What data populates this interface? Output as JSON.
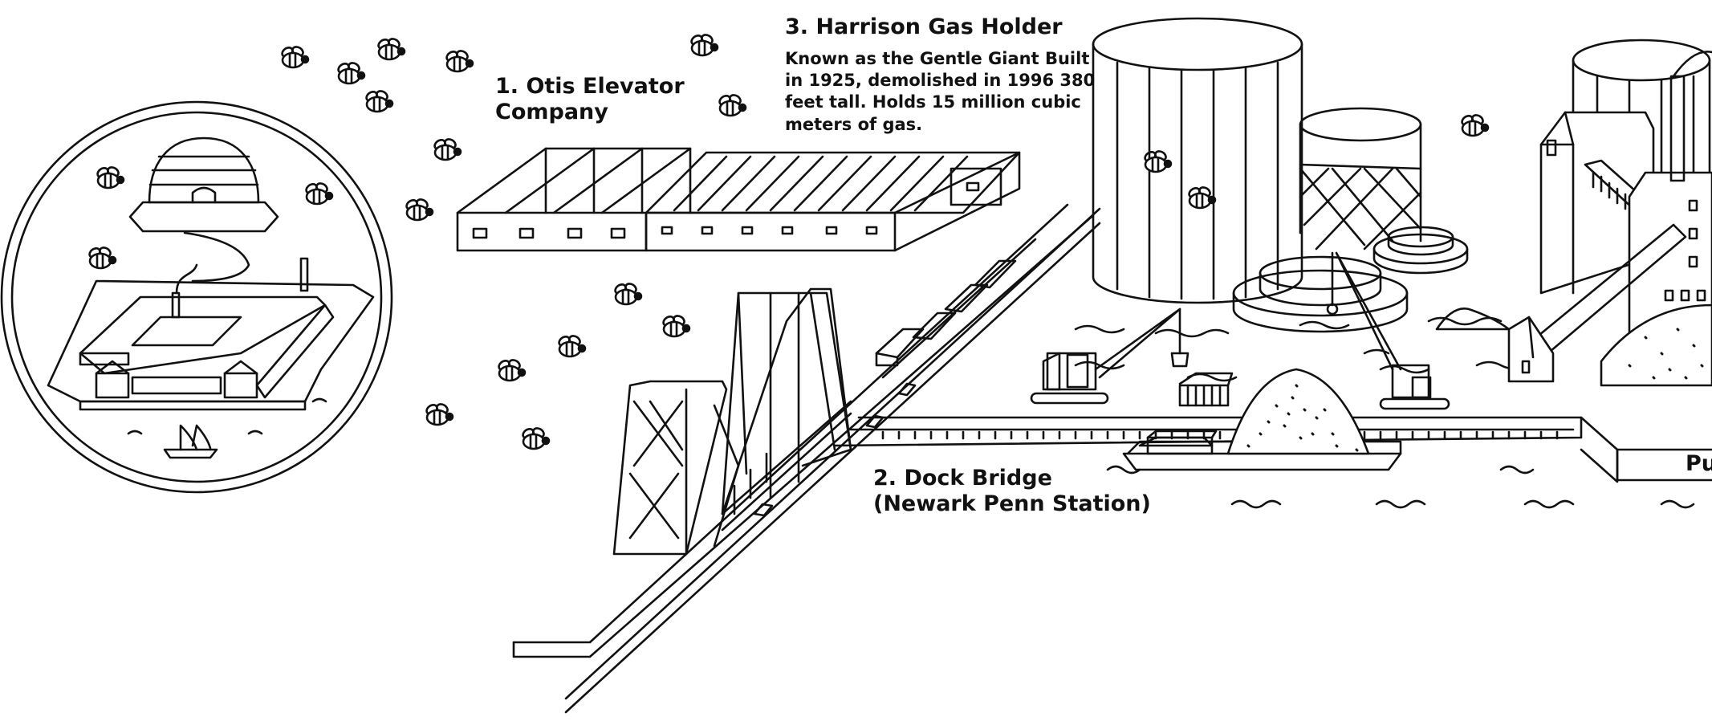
{
  "labels": {
    "otis_line1": "1. Otis Elevator",
    "otis_line2": "Company",
    "gas_title": "3. Harrison Gas Holder",
    "gas_desc_line1": "Known as the Gentle Giant Built",
    "gas_desc_line2": "in 1925, demolished in 1996 380",
    "gas_desc_line3": "feet tall. Holds 15 million cubic",
    "gas_desc_line4": "meters of gas.",
    "dock_line1": "2. Dock Bridge",
    "dock_line2": "(Newark Penn Station)",
    "cut_label": "Pu"
  },
  "icons": [
    "beehive-icon",
    "bee-icon",
    "factory-icon",
    "ship-icon",
    "gas-holder-icon",
    "bridge-icon",
    "crane-icon",
    "train-icon"
  ],
  "colors": {
    "ink": "#111111",
    "paper": "#ffffff"
  }
}
